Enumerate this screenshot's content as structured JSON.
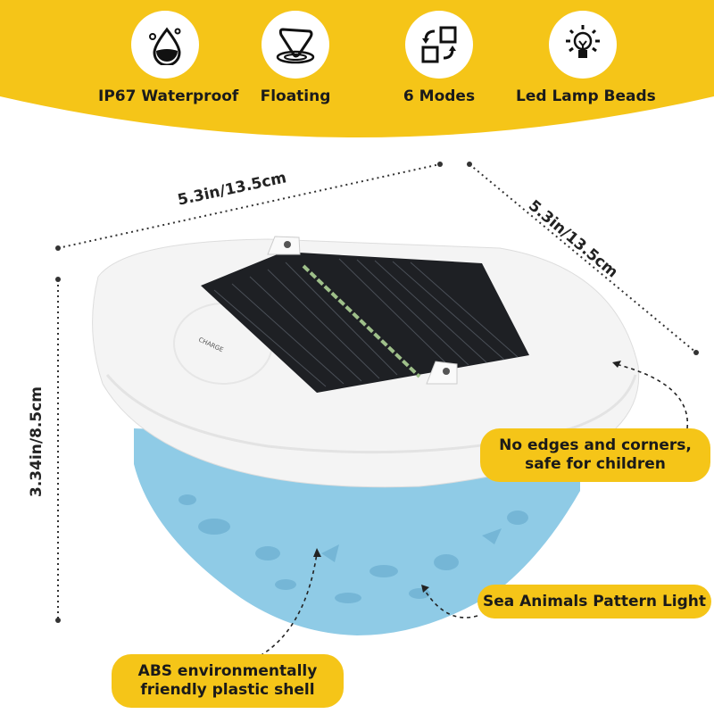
{
  "colors": {
    "banner": "#f5c518",
    "callout": "#f5c518",
    "shell_blue": "#8fcbe6",
    "lid_white": "#f4f4f4",
    "solar_panel": "#1e2024"
  },
  "features": [
    {
      "label": "IP67 Waterproof",
      "icon": "water-drop-icon"
    },
    {
      "label": "Floating",
      "icon": "floating-icon"
    },
    {
      "label": "6 Modes",
      "icon": "modes-cycle-icon"
    },
    {
      "label": "Led Lamp Beads",
      "icon": "light-bulb-icon"
    }
  ],
  "dimensions": {
    "width": "5.3in/13.5cm",
    "depth": "5.3in/13.5cm",
    "height": "3.34in/8.5cm"
  },
  "product": {
    "button_label": "CHARGE"
  },
  "callouts": {
    "edges": "No edges and corners, safe for children",
    "pattern": "Sea Animals Pattern Light",
    "material": "ABS environmentally friendly plastic shell"
  }
}
